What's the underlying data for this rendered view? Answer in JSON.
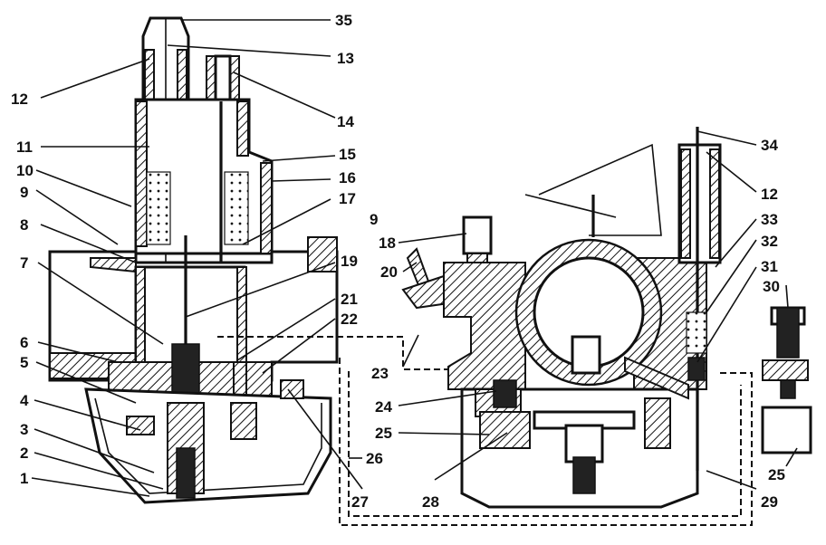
{
  "figure": {
    "callouts_left": [
      "35",
      "13",
      "12",
      "14",
      "11",
      "15",
      "10",
      "16",
      "9",
      "17",
      "8",
      "18",
      "7",
      "19",
      "20",
      "21",
      "22",
      "6",
      "5",
      "23",
      "4",
      "24",
      "3",
      "25",
      "2",
      "26",
      "1",
      "27",
      "28"
    ],
    "callouts_right": [
      "34",
      "12",
      "33",
      "32",
      "31",
      "30",
      "25",
      "29"
    ]
  }
}
